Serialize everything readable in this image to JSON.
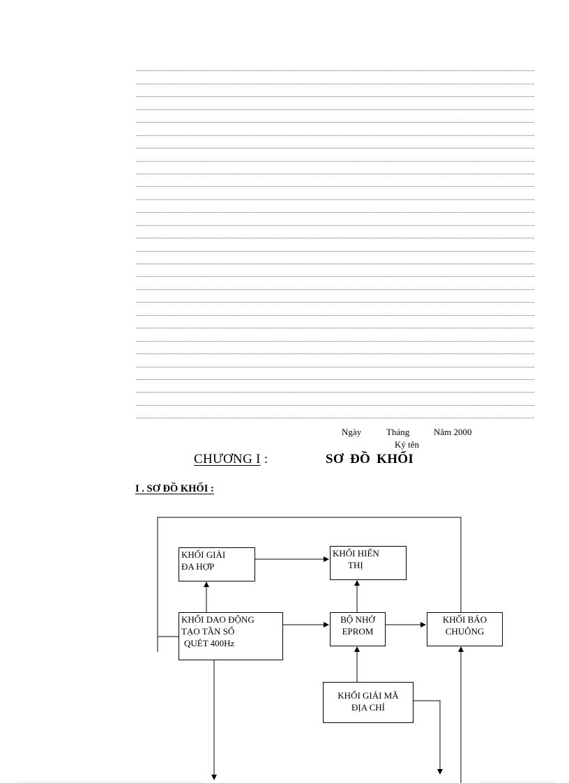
{
  "page": {
    "ruled_lines_count": 28
  },
  "signature": {
    "day_label": "Ngày",
    "month_label": "Tháng",
    "year_label": "Năm 2000",
    "sign_label": "Ký tên"
  },
  "chapter": {
    "label": "CHƯƠNG I",
    "separator": " :",
    "title": "SƠ ĐỒ  KHỐI"
  },
  "section": {
    "heading": "I . SƠ ĐỒ  KHỐI :"
  },
  "diagram": {
    "blocks": {
      "demux": {
        "line1": "KHỐI GIẢI",
        "line2": "ĐA HỢP"
      },
      "display": {
        "line1": "KHỐI HIỂN",
        "line2": "THỊ"
      },
      "oscillator": {
        "line1": "KHỐI DAO ĐỘNG",
        "line2": "TẠO TẦN SỐ",
        "line3": "QUÉT 400Hz"
      },
      "eprom": {
        "line1": "BỘ NHỚ",
        "line2": "EPROM"
      },
      "alarm": {
        "line1": "KHỐI BÁO",
        "line2": "CHUÔNG"
      },
      "address_decoder": {
        "line1": "KHỐI GIẢI MÃ",
        "line2": "ĐỊA CHỈ"
      }
    },
    "line_color": "#000000"
  }
}
